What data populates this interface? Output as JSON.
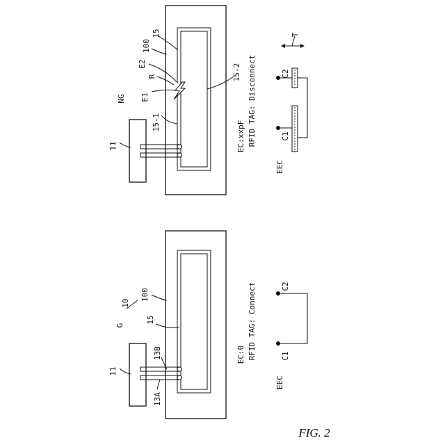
{
  "labels": {
    "ng_state": "NG",
    "g_state": "G",
    "ref_10": "10",
    "ref_100_top": "100",
    "ref_100_bottom": "100",
    "ref_15_top": "15",
    "ref_15_bottom": "15",
    "ref_15_1": "15-1",
    "ref_15_2": "15-2",
    "ref_E1": "E1",
    "ref_E2": "E2",
    "ref_R": "R",
    "ref_11_top": "11",
    "ref_11_bottom": "11",
    "ref_13A": "13A",
    "ref_13B": "13B",
    "ref_T": "T",
    "ref_C1_top": "C1",
    "ref_C2_top": "C2",
    "ref_C1_bottom": "C1",
    "ref_C2_bottom": "C2",
    "eec_top": "EEC",
    "eec_bottom": "EEC"
  },
  "texts": {
    "ng_ec": "EC:xxpF",
    "ng_rfid": "RFID  TAG: Disconnect",
    "g_ec": "EC:0",
    "g_rfid": "RFID  TAG: Connect"
  },
  "caption": "FIG. 2"
}
